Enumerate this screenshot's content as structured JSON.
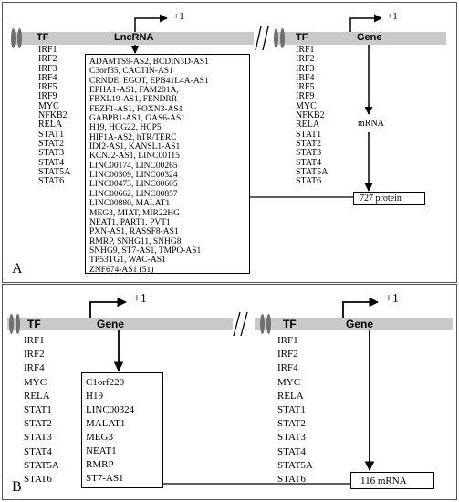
{
  "panel_a": {
    "label": "A",
    "tf_header": "TF",
    "lnc_header": "LncRNA",
    "gene_header": "Gene",
    "tss_label_1": "+1",
    "tss_label_2": "+1",
    "tf_list_left": [
      "IRF1",
      "IRF2",
      "IRF3",
      "IRF4",
      "IRF5",
      "IRF9",
      "MYC",
      "NFKB2",
      "RELA",
      "STAT1",
      "STAT2",
      "STAT3",
      "STAT4",
      "STAT5A",
      "STAT6"
    ],
    "tf_list_right": [
      "IRF1",
      "IRF2",
      "IRF3",
      "IRF4",
      "IRF5",
      "IRF9",
      "MYC",
      "NFKB2",
      "RELA",
      "STAT1",
      "STAT2",
      "STAT3",
      "STAT4",
      "STAT5A",
      "STAT6"
    ],
    "lncrna_box_lines": [
      "ADAMTS9-AS2, BCDIN3D-AS1",
      "C3orf35, CACTIN-AS1",
      "CRNDE, EGOT, EPB41L4A-AS1",
      "EPHA1-AS1, FAM201A,",
      "FBXL19-AS1, FENDRR",
      "FEZF1-AS1, FOXN3-AS1",
      "GABPB1-AS1, GAS6-AS1",
      "H19, HCG22, HCP5",
      "HIF1A-AS2, hTR/TERC",
      "IDI2-AS1, KANSL1-AS1",
      "KCNJ2-AS1, LINC00115",
      "LINC00174, LINC00265",
      "LINC00309, LINC00324",
      "LINC00473, LINC00605",
      "LINC00662, LINC00857",
      "LINC00880, MALAT1",
      "MEG3, MIAT, MIR22HG",
      "NEAT1, PART1, PVT1",
      "PXN-AS1, RASSF8-AS1",
      "RMRP, SNHG11, SNHG8",
      "SNHG9, ST7-AS1, TMPO-AS1",
      "TP53TG1, WAC-AS1",
      "ZNF674-AS1 (51)"
    ],
    "mrna_label": "mRNA",
    "protein_label": "727 protein"
  },
  "panel_b": {
    "label": "B",
    "tf_header_1": "TF",
    "gene_header_1": "Gene",
    "tf_header_2": "TF",
    "gene_header_2": "Gene",
    "tss_label_1": "+1",
    "tss_label_2": "+1",
    "tf_list_left": [
      "IRF1",
      "IRF2",
      "IRF4",
      "MYC",
      "RELA",
      "STAT1",
      "STAT2",
      "STAT3",
      "STAT4",
      "STAT5A",
      "STAT6"
    ],
    "tf_list_right": [
      "IRF1",
      "IRF2",
      "IRF4",
      "MYC",
      "RELA",
      "STAT1",
      "STAT2",
      "STAT3",
      "STAT4",
      "STAT5A",
      "STAT6"
    ],
    "gene_box_lines": [
      "C1orf220",
      "H19",
      "LINC00324",
      "MALAT1",
      "MEG3",
      "NEAT1",
      "RMRP",
      "ST7-AS1"
    ],
    "mrna_label": "116 mRNA"
  },
  "colors": {
    "bar": "#c9c9c9",
    "oval": "#6f6f6f",
    "ink": "#000000"
  }
}
